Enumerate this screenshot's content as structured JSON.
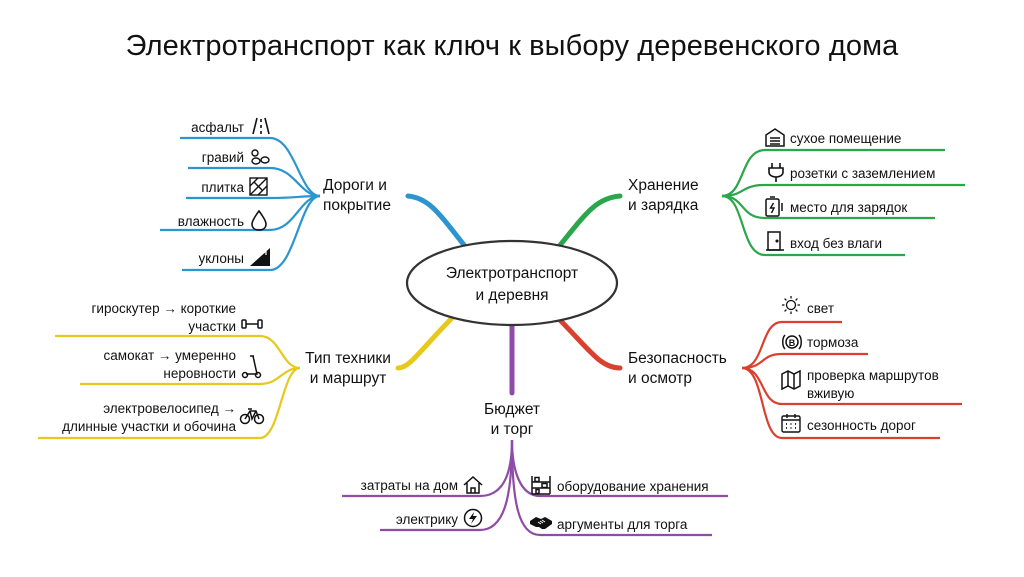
{
  "title": "Электротранспорт как ключ к выбору деревенского дома",
  "center": {
    "lines": [
      "Электротранспорт",
      "и деревня"
    ]
  },
  "colors": {
    "roads": "#2c95cf",
    "storage": "#2aa64b",
    "vehicles": "#e7c81c",
    "safety": "#d9412e",
    "budget": "#8e4ca6"
  },
  "branches": {
    "roads": {
      "lines": [
        "Дороги и",
        "покрытие"
      ],
      "leaves": [
        {
          "label": "асфальт",
          "icon": "road-icon"
        },
        {
          "label": "гравий",
          "icon": "gravel-icon"
        },
        {
          "label": "плитка",
          "icon": "tile-icon"
        },
        {
          "label": "влажность",
          "icon": "droplet-icon"
        },
        {
          "label": "уклоны",
          "icon": "slope-icon"
        }
      ]
    },
    "storage": {
      "lines": [
        "Хранение",
        "и зарядка"
      ],
      "leaves": [
        {
          "label": "сухое помещение",
          "icon": "garage-icon"
        },
        {
          "label": "розетки с заземлением",
          "icon": "plug-icon"
        },
        {
          "label": "место для зарядок",
          "icon": "battery-charge-icon"
        },
        {
          "label": "вход без влаги",
          "icon": "door-icon"
        }
      ]
    },
    "vehicles": {
      "lines": [
        "Тип техники",
        "и маршрут"
      ],
      "leaves": [
        {
          "lines": [
            "гироскутер → короткие",
            "участки"
          ],
          "icon": "hoverboard-icon"
        },
        {
          "lines": [
            "самокат → умеренно",
            "неровности"
          ],
          "icon": "scooter-icon"
        },
        {
          "lines": [
            "электровелосипед →",
            "длинные участки и обочина"
          ],
          "icon": "bicycle-icon"
        }
      ]
    },
    "safety": {
      "lines": [
        "Безопасность",
        "и осмотр"
      ],
      "leaves": [
        {
          "lines": [
            "свет"
          ],
          "icon": "light-icon"
        },
        {
          "lines": [
            "тормоза"
          ],
          "icon": "brake-icon"
        },
        {
          "lines": [
            "проверка маршрутов",
            "вживую"
          ],
          "icon": "map-icon"
        },
        {
          "lines": [
            "сезонность дорог"
          ],
          "icon": "calendar-icon"
        }
      ]
    },
    "budget": {
      "lines": [
        "Бюджет",
        "и торг"
      ],
      "leaves": [
        {
          "label": "затраты на дом",
          "icon": "house-icon"
        },
        {
          "label": "электрику",
          "icon": "bolt-icon"
        },
        {
          "label": "оборудование хранения",
          "icon": "shelves-icon"
        },
        {
          "label": "аргументы для торга",
          "icon": "handshake-icon"
        }
      ]
    }
  }
}
